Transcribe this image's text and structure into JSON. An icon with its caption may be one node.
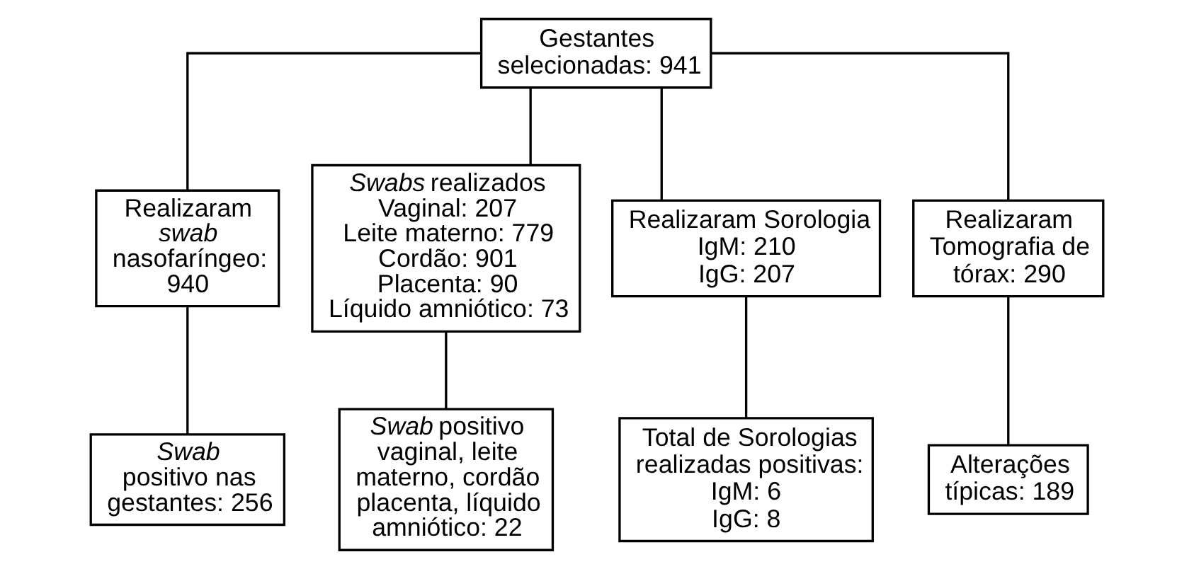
{
  "diagram": {
    "nodes": [
      {
        "text": [
          "Gestantes selecionadas: 941"
        ]
      },
      {
        "text": [
          "Realizaram *swab* nasofaríngeo: 940"
        ]
      },
      {
        "text": [
          "*Swabs* realizados",
          "Vaginal: 207",
          "Leite materno: 779",
          "Cordão: 901",
          "Placenta: 90",
          "Líquido amniótico: 73"
        ]
      },
      {
        "text": [
          "Realizaram Sorologia",
          "IgM: 210",
          "IgG: 207"
        ]
      },
      {
        "text": [
          "Realizaram Tomografia de tórax: 290"
        ]
      },
      {
        "text": [
          "*Swab* positivo nas gestantes: 256"
        ]
      },
      {
        "text": [
          "*Swab* positivo vaginal, leite materno, cordão placenta, líquido amniótico: 22"
        ]
      },
      {
        "text": [
          "Total de Sorologias realizadas positivas:",
          "IgM: 6",
          "IgG: 8"
        ]
      },
      {
        "text": [
          "Alterações típicas: 189"
        ]
      }
    ],
    "edges": [
      {
        "from": 0,
        "to": 1,
        "arrow": "none"
      },
      {
        "from": 0,
        "to": 2,
        "arrow": "none"
      },
      {
        "from": 0,
        "to": 3,
        "arrow": "none"
      },
      {
        "from": 0,
        "to": 4,
        "arrow": "none"
      },
      {
        "from": 1,
        "to": 5,
        "arrow": "none"
      },
      {
        "from": 2,
        "to": 6,
        "arrow": "none"
      },
      {
        "from": 3,
        "to": 7,
        "arrow": "none"
      },
      {
        "from": 4,
        "to": 8,
        "arrow": "none"
      }
    ]
  }
}
